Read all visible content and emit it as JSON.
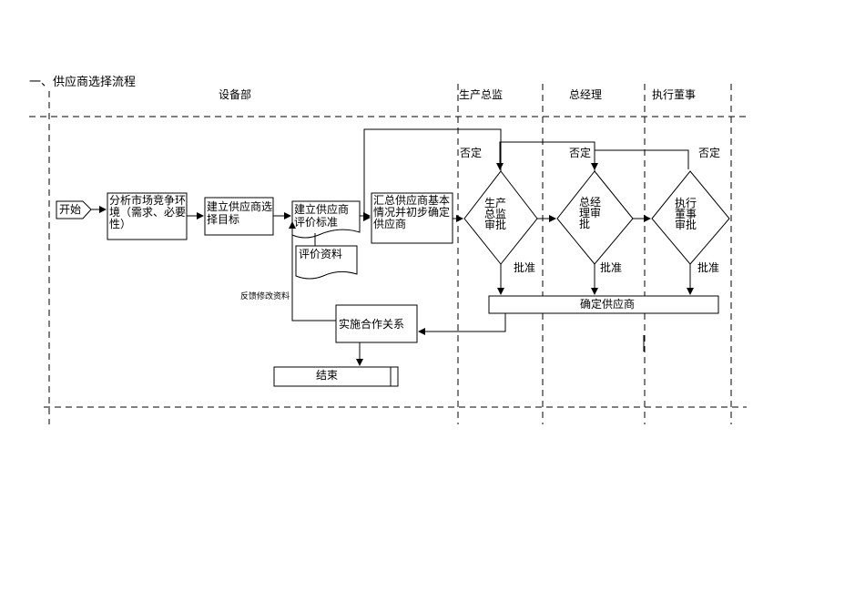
{
  "page_title": "一、供应商选择流程",
  "lanes": {
    "equipment": "设备部",
    "production": "生产总监",
    "gm": "总经理",
    "exec": "执行董事"
  },
  "nodes": {
    "start": "开始",
    "analyze": "分析市场竞争环境（需求、必要性）",
    "target": "建立供应商选择目标",
    "criteria": "建立供应商评价标准",
    "eval_docs": "评价资料",
    "summary": "汇总供应商基本情况并初步确定供应商",
    "prod_review": "生产\n总监\n审批",
    "gm_review": "总经\n理审\n批",
    "exec_review": "执行\n董事\n审批",
    "confirm": "确定供应商",
    "implement": "实施合作关系",
    "end": "结束"
  },
  "labels": {
    "reject": "否定",
    "approve": "批准",
    "feedback": "反馈修改资料"
  }
}
